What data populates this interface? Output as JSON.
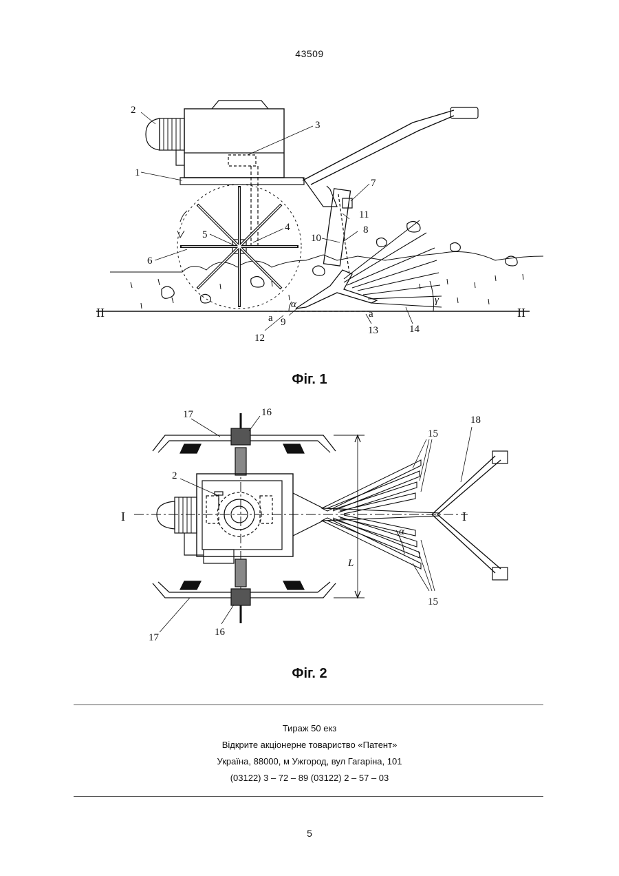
{
  "header": {
    "document_number": "43509"
  },
  "figure1": {
    "caption": "Фіг. 1",
    "labels": [
      "1",
      "2",
      "3",
      "4",
      "5",
      "6",
      "7",
      "8",
      "9",
      "10",
      "11",
      "12",
      "13",
      "14"
    ],
    "angles": {
      "alpha": "α",
      "gamma": "γ"
    },
    "edge_marks": "a",
    "section": {
      "left": "II",
      "right": "II"
    }
  },
  "figure2": {
    "caption": "Фіг. 2",
    "labels": [
      "2",
      "15",
      "15",
      "16",
      "16",
      "17",
      "17",
      "18"
    ],
    "dimension": "L",
    "angle": "α",
    "section": {
      "left": "I",
      "right": "I"
    }
  },
  "imprint": {
    "circulation": "Тираж 50 екз",
    "publisher": "Відкрите акціонерне товариство «Патент»",
    "address": "Україна, 88000, м  Ужгород, вул  Гагаріна, 101",
    "phones": "(03122) 3 – 72 – 89  (03122) 2 – 57 – 03"
  },
  "footer": {
    "page_number": "5"
  }
}
